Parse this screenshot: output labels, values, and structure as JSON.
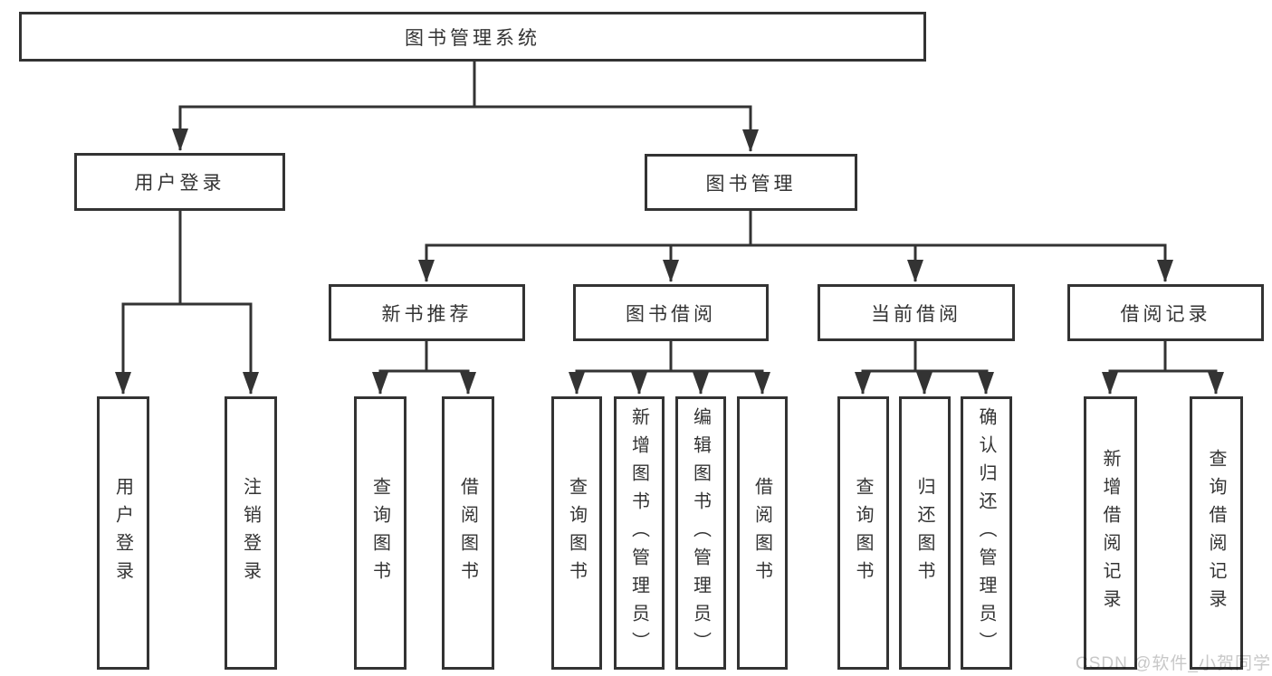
{
  "diagram": {
    "root": {
      "label": "图书管理系统"
    },
    "level2": {
      "user_login": {
        "label": "用户登录"
      },
      "book_mgmt": {
        "label": "图书管理"
      }
    },
    "level3": {
      "new_book_rec": {
        "label": "新书推荐"
      },
      "book_borrow": {
        "label": "图书借阅"
      },
      "current_borrow": {
        "label": "当前借阅"
      },
      "borrow_records": {
        "label": "借阅记录"
      }
    },
    "leaves": {
      "userLogin": "用户登录",
      "logout": "注销登录",
      "nbrQuery": "查询图书",
      "nbrBorrow": "借阅图书",
      "bbQuery": "查询图书",
      "bbAdd": "新增图书（管理员）",
      "bbEdit": "编辑图书（管理员）",
      "bbBorrow": "借阅图书",
      "cbQuery": "查询图书",
      "cbReturn": "归还图书",
      "cbConfirm": "确认归还（管理员）",
      "brAdd": "新增借阅记录",
      "brQuery": "查询借阅记录"
    }
  },
  "colors": {
    "line": "#333333",
    "text": "#333333",
    "box_background": "#ffffff",
    "watermark": "#c8c8c8"
  },
  "watermark": {
    "text": "CSDN @软件_小贺同学"
  }
}
